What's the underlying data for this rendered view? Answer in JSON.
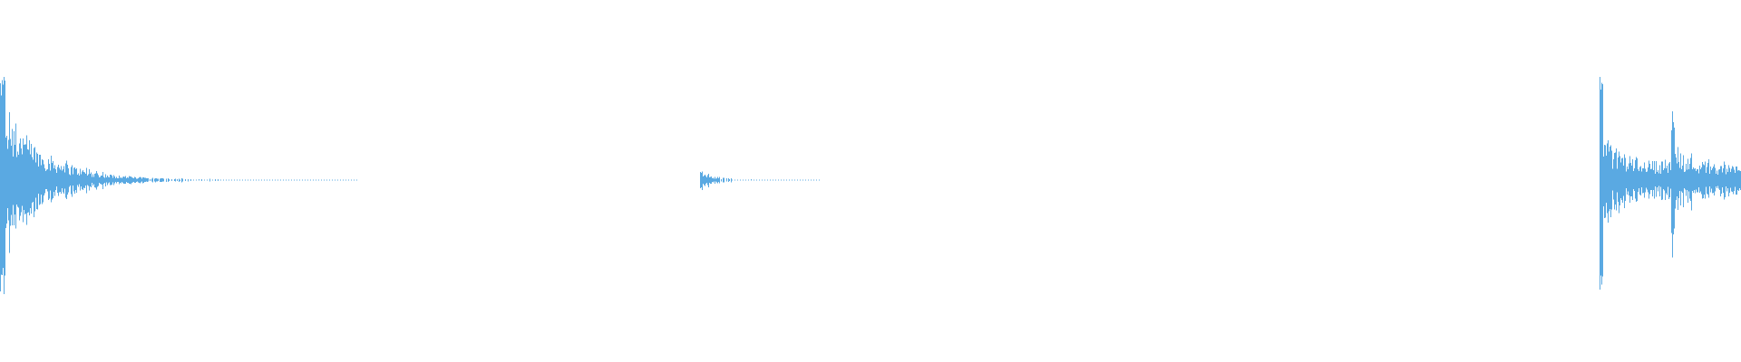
{
  "colors": {
    "background": "#ffffff",
    "waveform": "#5aa9e2"
  },
  "waveform": {
    "max_amplitude": 1.0,
    "segments": [
      {
        "name": "burst-1",
        "start_fraction": 0.0,
        "end_fraction": 0.205,
        "shape": "decay",
        "peak": 1.0,
        "decay_rate": 9.0,
        "floor": 0.01
      },
      {
        "name": "burst-2",
        "start_fraction": 0.402,
        "end_fraction": 0.472,
        "shape": "decay",
        "peak": 0.09,
        "decay_rate": 8.0,
        "floor": 0.008
      },
      {
        "name": "burst-3",
        "start_fraction": 0.919,
        "end_fraction": 0.96,
        "shape": "ringing",
        "peak": 1.0,
        "decay_rate": 3.0,
        "floor": 0.08
      },
      {
        "name": "burst-4",
        "start_fraction": 0.96,
        "end_fraction": 1.0,
        "shape": "ringing",
        "peak": 0.65,
        "decay_rate": 2.5,
        "floor": 0.08
      }
    ]
  }
}
